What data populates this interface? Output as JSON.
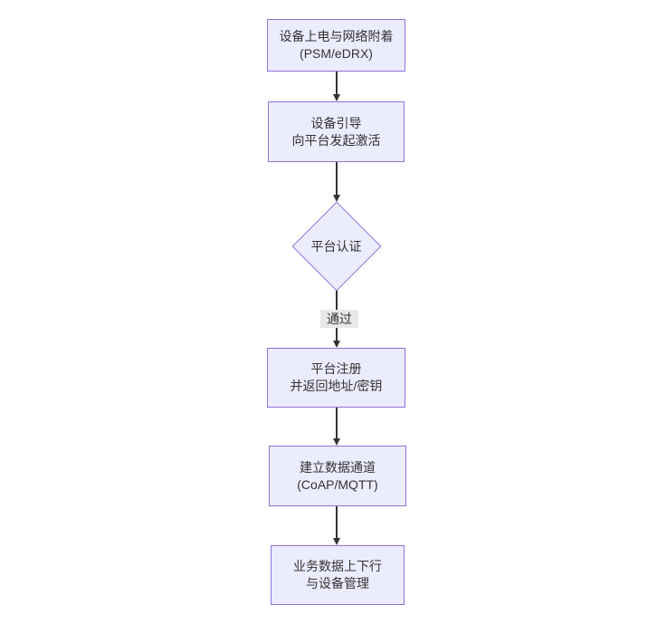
{
  "flowchart": {
    "type": "flowchart",
    "direction": "top-down",
    "colors": {
      "node_fill": "#ECECFF",
      "node_border": "#9370DB",
      "edge_color": "#333333",
      "edge_label_bg": "#e8e8e8",
      "text_color": "#333333"
    },
    "nodes": {
      "power_attach": {
        "shape": "rect",
        "line1": "设备上电与网络附着",
        "line2": "(PSM/eDRX)"
      },
      "bootstrap": {
        "shape": "rect",
        "line1": "设备引导",
        "line2": "向平台发起激活"
      },
      "auth": {
        "shape": "diamond",
        "label": "平台认证"
      },
      "register": {
        "shape": "rect",
        "line1": "平台注册",
        "line2": "并返回地址/密钥"
      },
      "channel": {
        "shape": "rect",
        "line1": "建立数据通道",
        "line2": "(CoAP/MQTT)"
      },
      "business": {
        "shape": "rect",
        "line1": "业务数据上下行",
        "line2": "与设备管理"
      }
    },
    "edges": [
      {
        "from": "power_attach",
        "to": "bootstrap",
        "label": ""
      },
      {
        "from": "bootstrap",
        "to": "auth",
        "label": ""
      },
      {
        "from": "auth",
        "to": "register",
        "label": "通过"
      },
      {
        "from": "register",
        "to": "channel",
        "label": ""
      },
      {
        "from": "channel",
        "to": "business",
        "label": ""
      }
    ]
  }
}
